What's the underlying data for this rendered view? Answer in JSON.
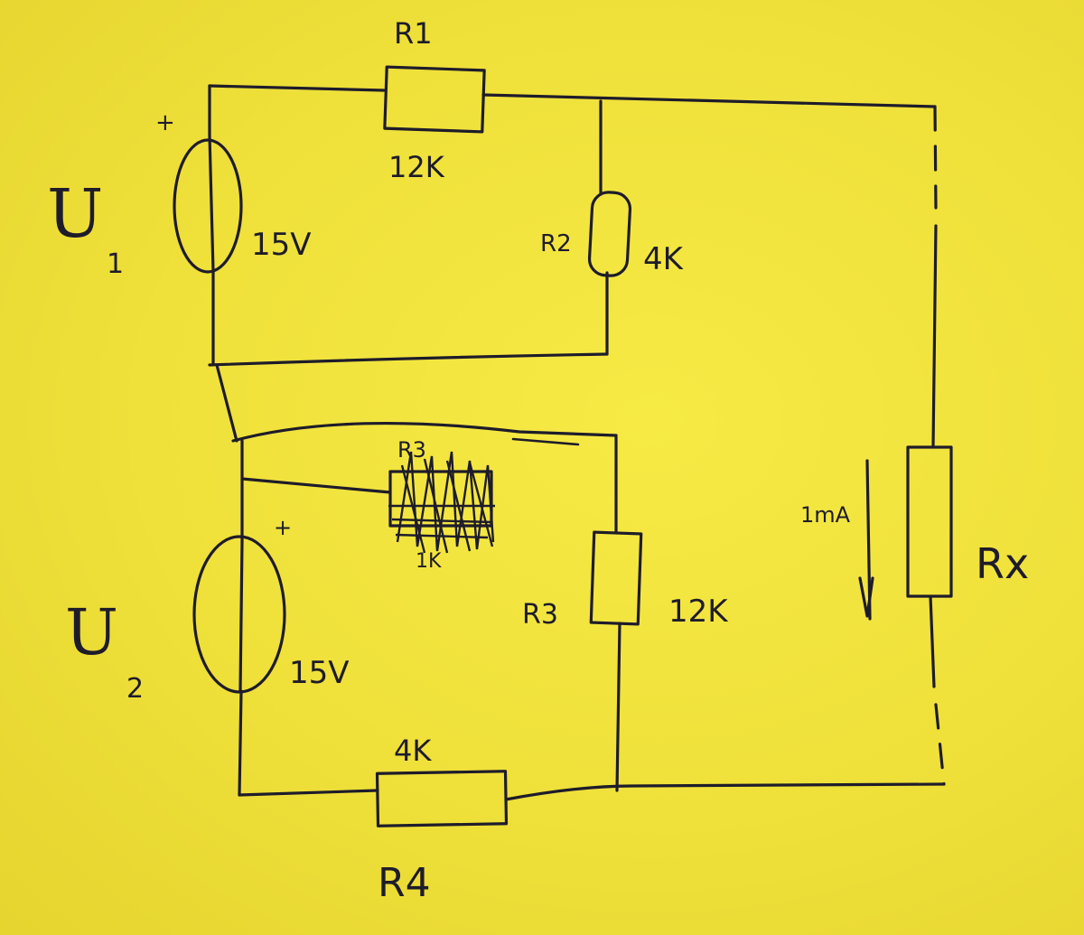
{
  "diagram": {
    "sources": [
      {
        "symbol": "U",
        "index": "1",
        "polarity": "+",
        "value": "15V"
      },
      {
        "symbol": "U",
        "index": "2",
        "polarity": "+",
        "value": "15V"
      }
    ],
    "resistors": [
      {
        "label": "R1",
        "value": "12K"
      },
      {
        "label": "R2",
        "value": "4K"
      },
      {
        "label": "R3",
        "value": "12K"
      },
      {
        "label": "R4",
        "value": "4K"
      },
      {
        "label": "Rx",
        "value": ""
      }
    ],
    "crossed_out": {
      "label": "R3",
      "value": "1K"
    },
    "meter": {
      "label": "1mA"
    }
  }
}
